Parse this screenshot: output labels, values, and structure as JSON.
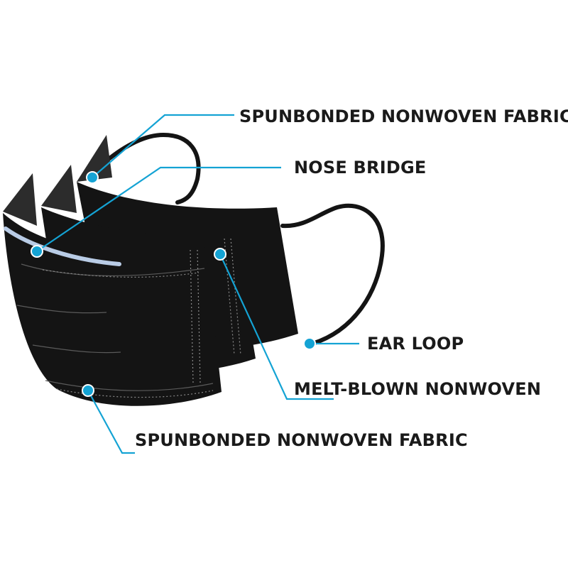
{
  "diagram": {
    "labels": {
      "top_outer_fabric": "SPUNBONDED NONWOVEN FABRIC",
      "nose_bridge": "NOSE BRIDGE",
      "ear_loop": "EAR LOOP",
      "melt_blown": "MELT-BLOWN NONWOVEN",
      "bottom_inner_fabric": "SPUNBONDED NONWOVEN FABRIC"
    },
    "colors": {
      "accent": "#14a3d4",
      "mask": "#141414",
      "nose_wire": "#b9cce6",
      "text": "#1a1a1a"
    }
  }
}
